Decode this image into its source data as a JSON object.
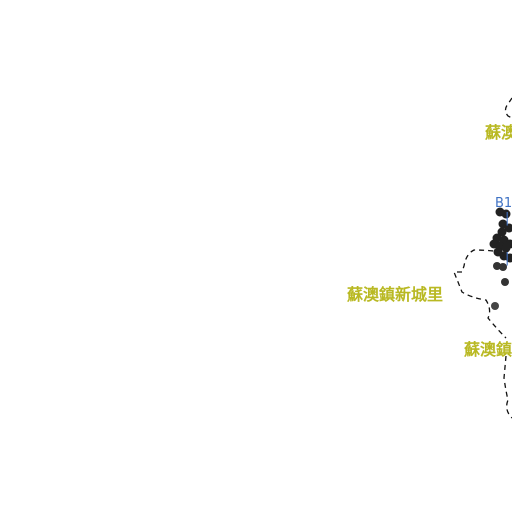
{
  "map": {
    "colors": {
      "background": "#ffffff",
      "district_label": "#b9b923",
      "poi_label": "#3f72c4",
      "boundary": "#111111",
      "marker": "#222222"
    },
    "district_labels": {
      "north": "蘇澳",
      "west": "蘇澳鎮新城里",
      "south": "蘇澳鎮"
    },
    "poi_labels": {
      "first": "B1"
    },
    "marker_style": "dark-circle-dots",
    "boundary_style": "dashed"
  }
}
